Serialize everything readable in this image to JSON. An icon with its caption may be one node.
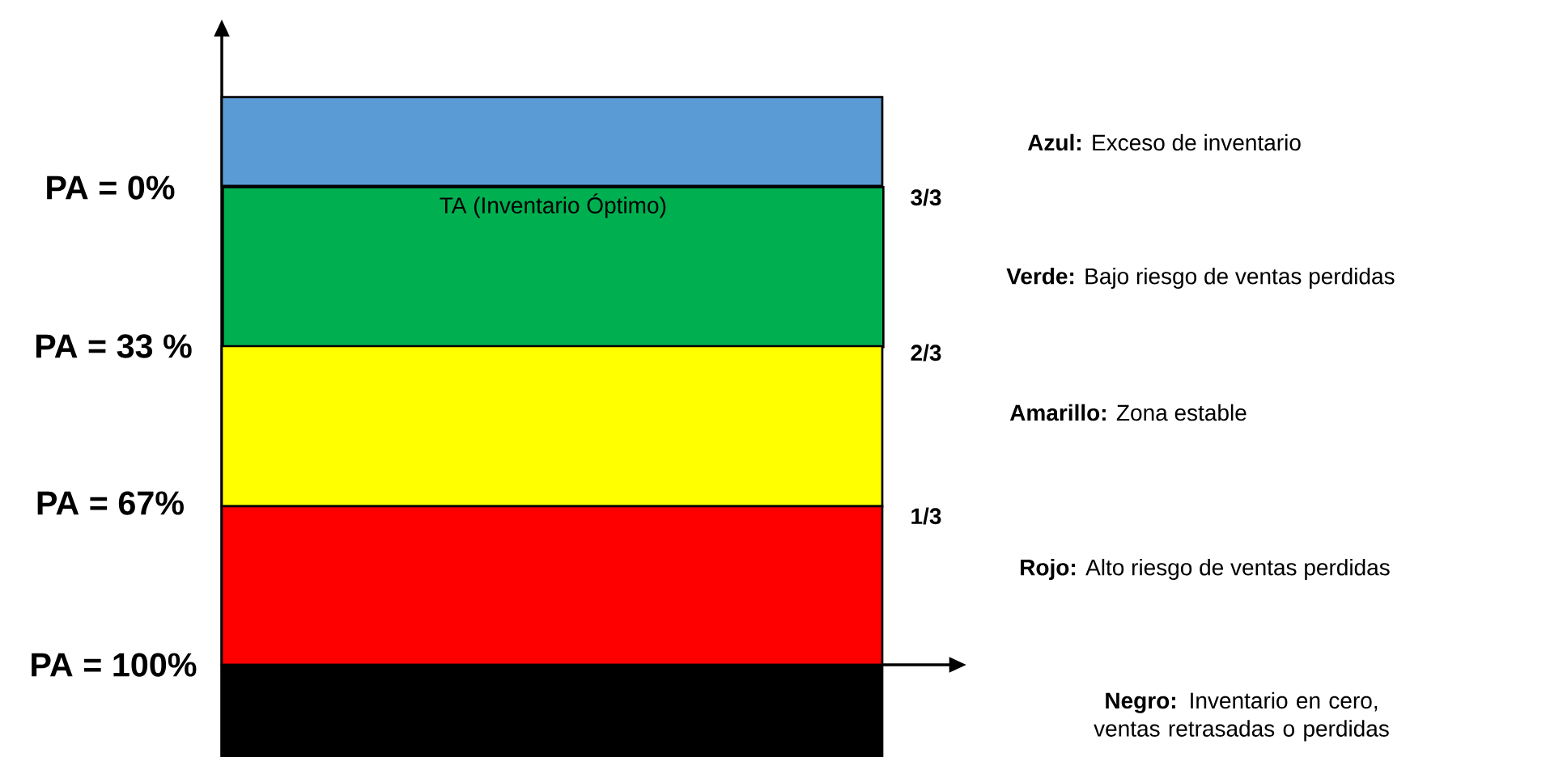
{
  "diagram": {
    "nodes": [
      {
        "text": [],
        "shape": "box"
      },
      {
        "text": [
          "TA (Inventario Óptimo)"
        ]
      },
      {
        "text": [],
        "shape": "box"
      },
      {
        "text": [],
        "shape": "box"
      },
      {
        "text": [],
        "shape": "box"
      }
    ],
    "labels": [
      "**Azul:** Exceso de inventario",
      "PA = 0%",
      "3/3",
      "**Verde:** Bajo riesgo de ventas perdidas",
      "PA = 33 %",
      "2/3",
      "**Amarillo:** Zona estable",
      "PA = 67%",
      "1/3",
      "**Rojo:** Alto riesgo de ventas perdidas",
      "PA = 100%",
      "**Negro:** Inventario en cero, ventas retrasadas o perdidas"
    ]
  }
}
